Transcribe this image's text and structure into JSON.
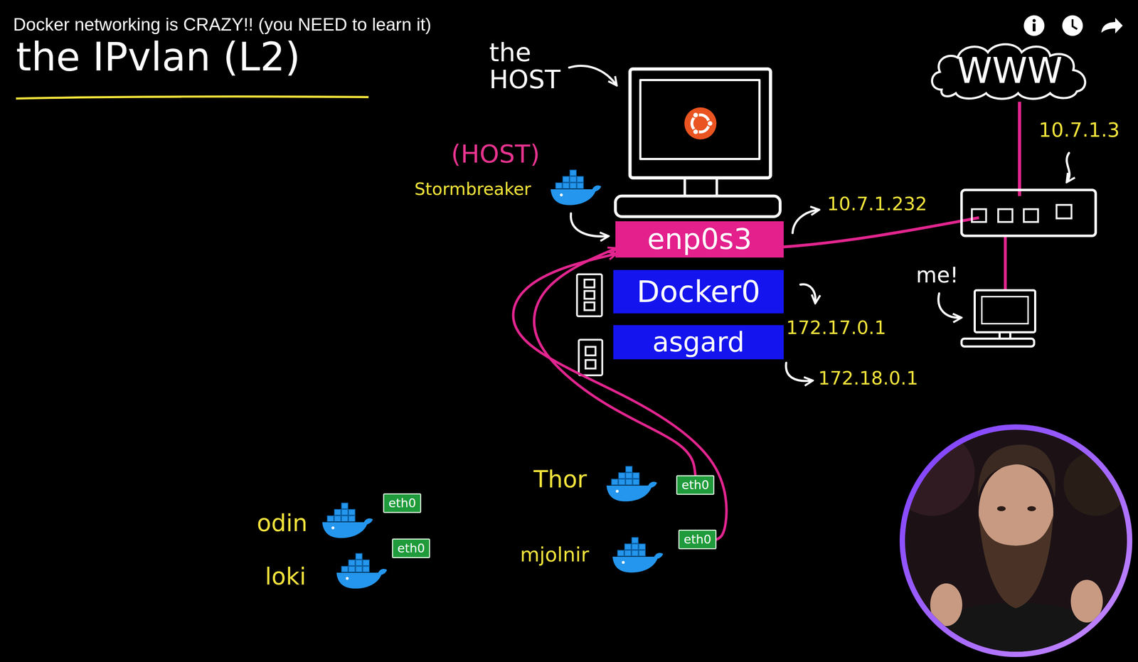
{
  "diagram": {
    "title": "the IPvlan (L2)",
    "nodes": [
      {
        "text": [
          "WWW"
        ]
      },
      {
        "text": [
          "enp0s3"
        ]
      },
      {
        "text": [
          "Docker0"
        ]
      },
      {
        "text": [
          "asgard"
        ]
      },
      {
        "text": [
          "eth0"
        ]
      },
      {
        "text": [
          "eth0"
        ]
      },
      {
        "text": [
          "eth0"
        ]
      },
      {
        "text": [
          "eth0"
        ]
      }
    ],
    "edges": [
      {
        "from": 4,
        "to": 1,
        "arrow": "to"
      },
      {
        "from": 6,
        "to": 1,
        "arrow": "to"
      }
    ],
    "labels": [
      "Docker networking is CRAZY!! (you NEED to learn it)",
      "the HOST",
      "10.7.1.3",
      "(HOST)",
      "Stormbreaker",
      "10.7.1.232",
      "172.17.0.1",
      "me!",
      "172.18.0.1",
      "Thor",
      "odin",
      "loki",
      "mjolnir"
    ]
  }
}
